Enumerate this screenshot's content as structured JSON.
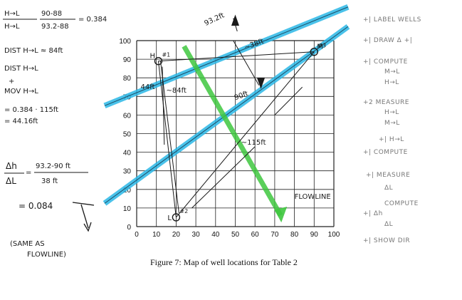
{
  "figure": {
    "caption": "Figure 7: Map of well locations for Table 2"
  },
  "chart_data": {
    "type": "scatter",
    "title": "",
    "xlabel": "",
    "ylabel": "",
    "xlim": [
      0,
      100
    ],
    "ylim": [
      0,
      100
    ],
    "grid": true,
    "x_ticks": [
      "0",
      "10",
      "20",
      "30",
      "40",
      "50",
      "60",
      "70",
      "80",
      "90",
      "100"
    ],
    "y_ticks": [
      "0",
      "10",
      "20",
      "30",
      "40",
      "50",
      "60",
      "70",
      "80",
      "90",
      "100"
    ],
    "points": [
      {
        "label": "H",
        "tag": "#1",
        "x": 11,
        "y": 89
      },
      {
        "label": "L",
        "tag": "#2",
        "x": 20,
        "y": 5
      },
      {
        "label": "M",
        "tag": "#3",
        "x": 90,
        "y": 94
      }
    ],
    "contour_hi": {
      "value": "93.2ft",
      "from": [
        0,
        72
      ],
      "to": [
        100,
        115
      ]
    },
    "contour_mid": {
      "value": "90ft",
      "from": [
        0,
        25
      ],
      "to": [
        100,
        102
      ]
    },
    "flowline": {
      "label": "FLOWLINE",
      "from": [
        24,
        97
      ],
      "to": [
        73,
        3
      ]
    },
    "annotations": [
      {
        "text": "93.2ft"
      },
      {
        "text": "~38ft"
      },
      {
        "text": "90ft"
      },
      {
        "text": "~115ft"
      },
      {
        "text": "44ft"
      },
      {
        "text": "~84ft"
      }
    ]
  },
  "left_notes": {
    "line1": "H→L / H→L = 90-88 / 93.2-88 = 0.384",
    "ratio_num": "H→L",
    "ratio_den": "H→L",
    "frac_num": "90-88",
    "frac_den": "93.2-88",
    "ratio_result": "= 0.384",
    "dist": "DIST  H→L ≈ 84ft",
    "dist2": "DIST  H→L",
    "plus": "+",
    "mov": "MOV  H→L",
    "calc1": "= 0.384 · 115ft",
    "calc2": "= 44.16ft",
    "dh_num": "Δh",
    "dh_den": "ΔL",
    "dh_frac_num": "93.2-90 ft",
    "dh_frac_den": "38 ft",
    "dh_result": "= 0.084",
    "same1": "(SAME AS",
    "same2": "FLOWLINE)"
  },
  "right_notes": {
    "items": [
      "+| LABEL WELLS",
      "+| DRAW Δ +|",
      "+| COMPUTE",
      "M→L",
      "H→L",
      "+2 MEASURE",
      "H→L",
      "M→L",
      "+| H→L",
      "+| COMPUTE",
      "+| MEASURE",
      "ΔL",
      "COMPUTE",
      "+| Δh",
      "ΔL",
      "+| SHOW DIR"
    ]
  },
  "colors": {
    "contour": "#2ab7e6",
    "flowline": "#3ec73e",
    "grid": "#222222",
    "ink": "#1a1a1a"
  }
}
